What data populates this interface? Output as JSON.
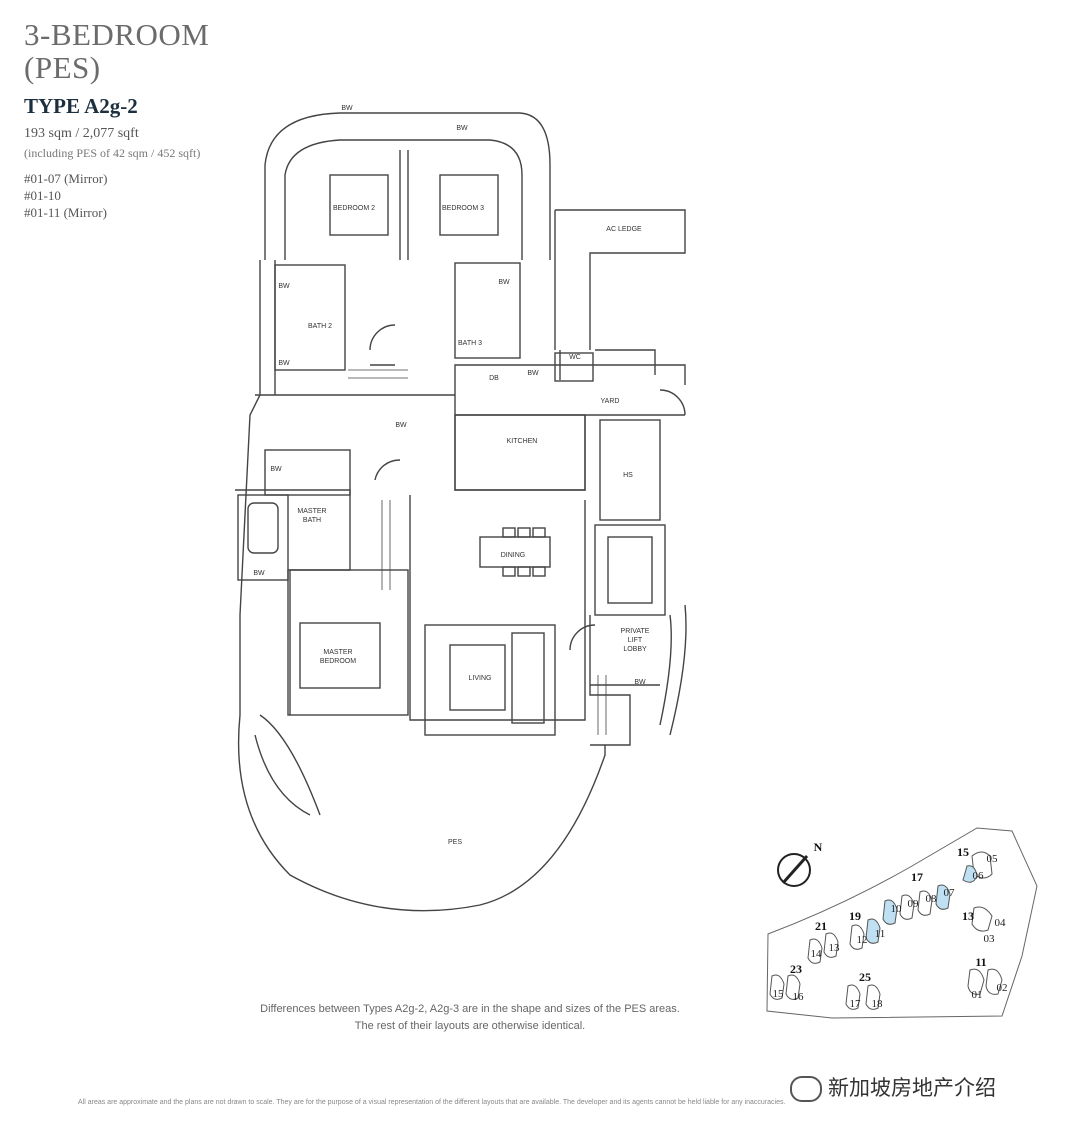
{
  "header": {
    "title_line1": "3-BEDROOM",
    "title_line2": "(PES)",
    "type": "TYPE A2g-2",
    "area": "193 sqm / 2,077 sqft",
    "pes_note": "(including PES of 42 sqm / 452 sqft)",
    "units": [
      "#01-07 (Mirror)",
      "#01-10",
      "#01-11 (Mirror)"
    ]
  },
  "rooms": {
    "bedroom2": "BEDROOM 2",
    "bedroom3": "BEDROOM 3",
    "ac_ledge": "AC LEDGE",
    "bath2": "BATH 2",
    "bath3": "BATH 3",
    "wc": "WC",
    "db": "DB",
    "yard": "YARD",
    "kitchen": "KITCHEN",
    "hs": "HS",
    "master_bath_1": "MASTER",
    "master_bath_2": "BATH",
    "dining": "DINING",
    "private_1": "PRIVATE",
    "private_2": "LIFT",
    "private_3": "LOBBY",
    "master_bed_1": "MASTER",
    "master_bed_2": "BEDROOM",
    "living": "LIVING",
    "pes": "PES",
    "bw": "BW"
  },
  "site_plan": {
    "blocks": [
      {
        "label": "15",
        "units": [
          "05",
          "06"
        ]
      },
      {
        "label": "17",
        "units": [
          "10",
          "09",
          "08",
          "07"
        ]
      },
      {
        "label": "19",
        "units": [
          "12",
          "11"
        ]
      },
      {
        "label": "21",
        "units": [
          "14",
          "13"
        ]
      },
      {
        "label": "13",
        "units": [
          "04",
          "03"
        ]
      },
      {
        "label": "23",
        "units": [
          "15",
          "16"
        ]
      },
      {
        "label": "25",
        "units": [
          "17",
          "18"
        ]
      },
      {
        "label": "11",
        "units": [
          "01",
          "02"
        ]
      }
    ],
    "north": "N",
    "highlight_color": "#bfe0f2"
  },
  "notes": {
    "line1": "Differences between Types A2g-2, A2g-3 are in the shape and sizes of the PES areas.",
    "line2": "The rest of their layouts are otherwise identical."
  },
  "disclaimer": "All areas are approximate and the plans are not drawn to scale. They are for the purpose of a visual representation of the different layouts that are available. The developer and its agents cannot be held liable for any inaccuracies.",
  "watermark": "新加坡房地产介绍"
}
